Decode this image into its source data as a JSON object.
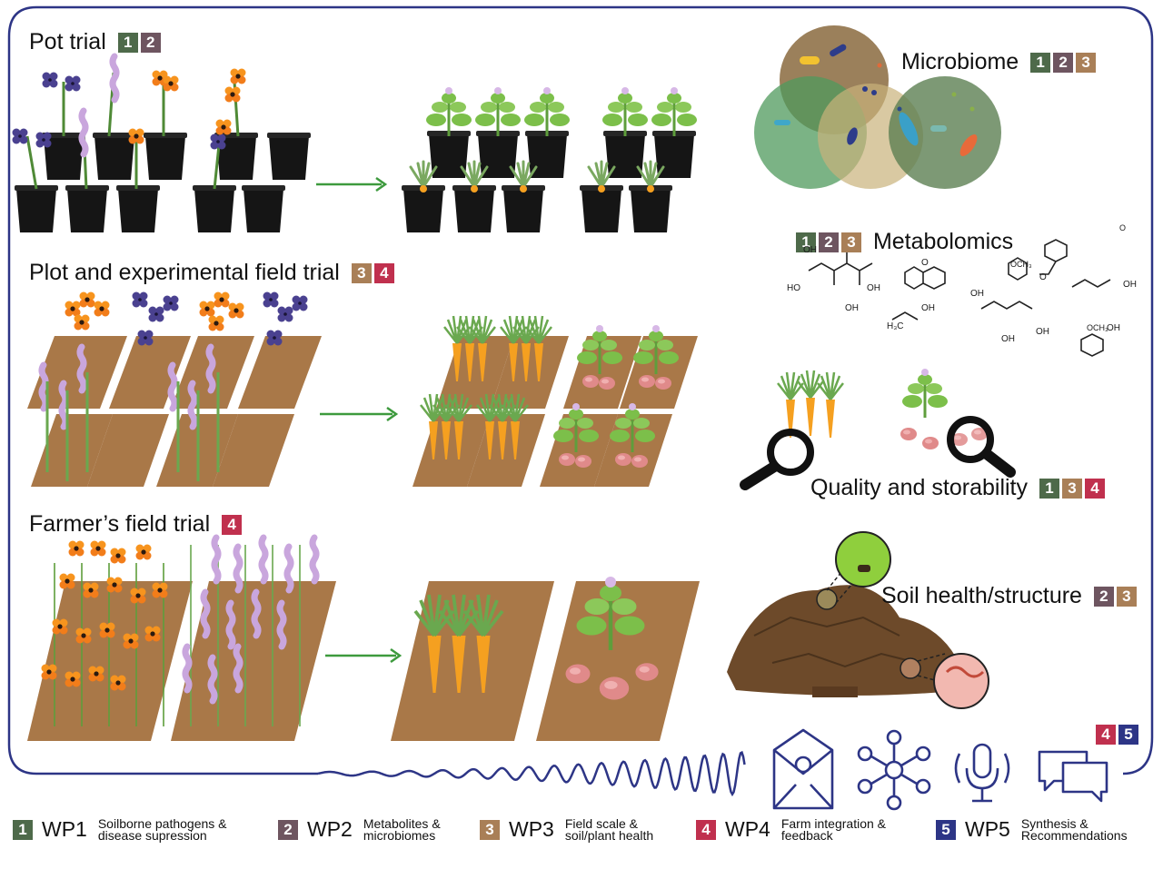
{
  "colors": {
    "wp1": "#4e6a4a",
    "wp2": "#6e5560",
    "wp3": "#a97f57",
    "wp4": "#c0304e",
    "wp5": "#2d3586",
    "frame": "#2d3586",
    "soil": "#a97848",
    "arrow": "#3d9a3d"
  },
  "sections": {
    "pot": {
      "title": "Pot trial",
      "badges": [
        "1",
        "2"
      ]
    },
    "plot": {
      "title": "Plot and experimental field trial",
      "badges": [
        "3",
        "4"
      ]
    },
    "farmer": {
      "title": "Farmer’s field trial",
      "badges": [
        "4"
      ]
    }
  },
  "labels": {
    "microbiome": {
      "text": "Microbiome",
      "badges": [
        "1",
        "2",
        "3"
      ]
    },
    "metabolomics": {
      "text": "Metabolomics",
      "badges": [
        "1",
        "2",
        "3"
      ]
    },
    "quality": {
      "text": "Quality and storability",
      "badges": [
        "1",
        "3",
        "4"
      ]
    },
    "soil": {
      "text": "Soil health/structure",
      "badges": [
        "2",
        "3"
      ]
    },
    "dissemination": {
      "badges": [
        "4",
        "5"
      ]
    }
  },
  "chem_labels": [
    "HO",
    "OH",
    "OH",
    "O",
    "OH",
    "H₃C",
    "OH",
    "OH",
    "OH",
    "OH",
    "O",
    "OCH₃",
    "OH",
    "OCH₃",
    "O",
    "OH"
  ],
  "work_packages": [
    {
      "num": "1",
      "code": "WP1",
      "desc1": "Soilborne pathogens &",
      "desc2": "disease supression"
    },
    {
      "num": "2",
      "code": "WP2",
      "desc1": "Metabolites &",
      "desc2": "microbiomes"
    },
    {
      "num": "3",
      "code": "WP3",
      "desc1": "Field scale &",
      "desc2": "soil/plant health"
    },
    {
      "num": "4",
      "code": "WP4",
      "desc1": "Farm integration &",
      "desc2": "feedback"
    },
    {
      "num": "5",
      "code": "WP5",
      "desc1": "Synthesis &",
      "desc2": "Recommendations"
    }
  ],
  "icons": [
    "email-envelope-icon",
    "network-icon",
    "microphone-icon",
    "chat-bubbles-icon"
  ]
}
